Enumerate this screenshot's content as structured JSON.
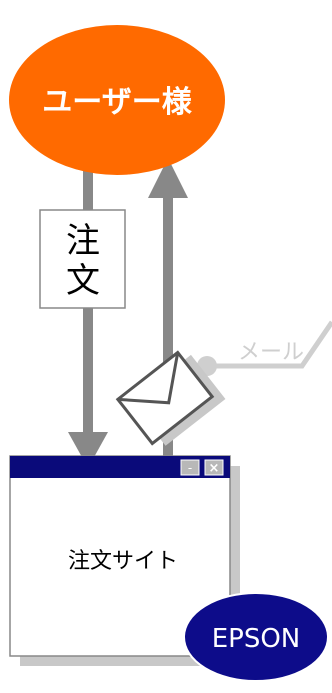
{
  "user": {
    "label": "ユーザー様",
    "color": "#FF6A00"
  },
  "order": {
    "label_line1": "注",
    "label_line2": "文"
  },
  "mail": {
    "label": "メール"
  },
  "site": {
    "label": "注文サイト",
    "titlebar_color": "#0A0A7A",
    "minimize_glyph": "-",
    "close_glyph": "×"
  },
  "epson": {
    "label": "EPSON",
    "color": "#0D0C8A"
  },
  "colors": {
    "arrow": "#888888",
    "mail_line": "#CFCFCF",
    "shadow": "#C8C8C8"
  }
}
